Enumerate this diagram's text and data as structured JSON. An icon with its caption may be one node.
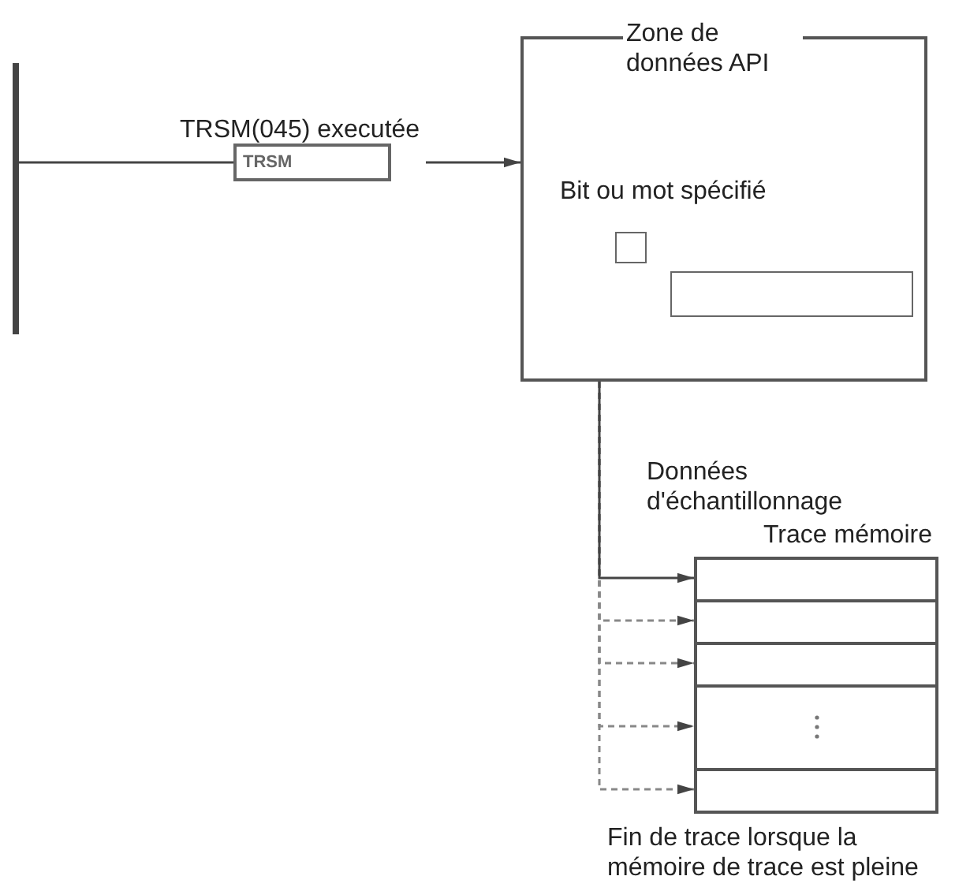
{
  "diagram": {
    "nodes": [
      {
        "text": [],
        "shape": "bar"
      },
      {
        "text": [
          "TRSM"
        ],
        "beside": [
          "TRSM(045) executée"
        ]
      },
      {
        "text": [
          "Zone de données API"
        ]
      },
      {
        "text": [
          "Bit ou mot spécifié"
        ],
        "in": 2
      },
      {
        "text": [],
        "shape": "box",
        "in": 2
      },
      {
        "text": [
          "Trace mémoire"
        ],
        "beside": [
          "Fin de trace lorsque la mémoire de trace est pleine"
        ]
      },
      {
        "text": [],
        "shape": "box",
        "in": 5
      },
      {
        "text": [],
        "shape": "box",
        "in": 5
      },
      {
        "text": [],
        "shape": "box",
        "in": 5
      },
      {
        "text": [],
        "shape": "box",
        "in": 5
      },
      {
        "text": [],
        "shape": "box",
        "in": 5
      }
    ],
    "edges": [
      {
        "from": 0,
        "to": 1,
        "arrow": "none"
      },
      {
        "from": 1,
        "to": 2,
        "arrow": "to"
      },
      {
        "from": 2,
        "to": 6,
        "arrow": "to",
        "label": "Données d'échantillonnage"
      },
      {
        "from": 2,
        "to": 7,
        "arrow": "to",
        "style": "dashed"
      },
      {
        "from": 2,
        "to": 8,
        "arrow": "to",
        "style": "dashed"
      },
      {
        "from": 2,
        "to": 9,
        "arrow": "to",
        "style": "dashed"
      },
      {
        "from": 2,
        "to": 10,
        "arrow": "to",
        "style": "dashed"
      }
    ]
  }
}
